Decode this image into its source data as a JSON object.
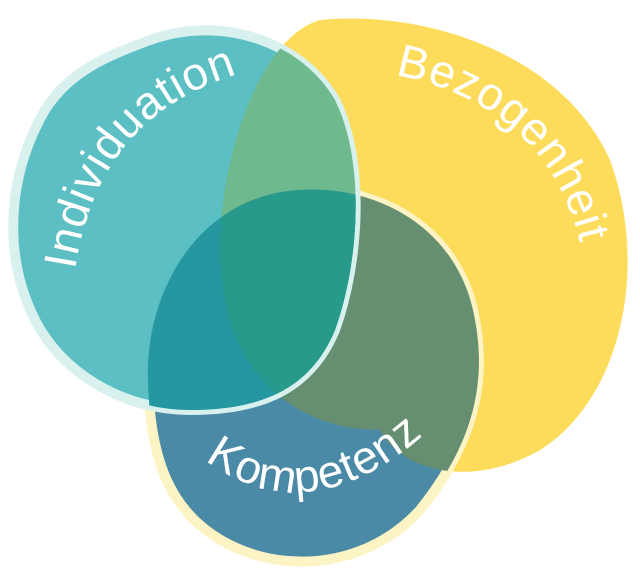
{
  "diagram": {
    "type": "venn",
    "sets": [
      {
        "id": "individuation",
        "label": "Individuation",
        "color": "#5BBFC4"
      },
      {
        "id": "bezogenheit",
        "label": "Bezogenheit",
        "color": "#FDDC5C"
      },
      {
        "id": "kompetenz",
        "label": "Kompetenz",
        "color": "#4A8AA6"
      }
    ],
    "overlap_colors": {
      "individuation_bezogenheit": "#6FB98F",
      "individuation_kompetenz": "#2597A0",
      "bezogenheit_kompetenz": "#668E70",
      "all_three": "#279A8B"
    }
  }
}
